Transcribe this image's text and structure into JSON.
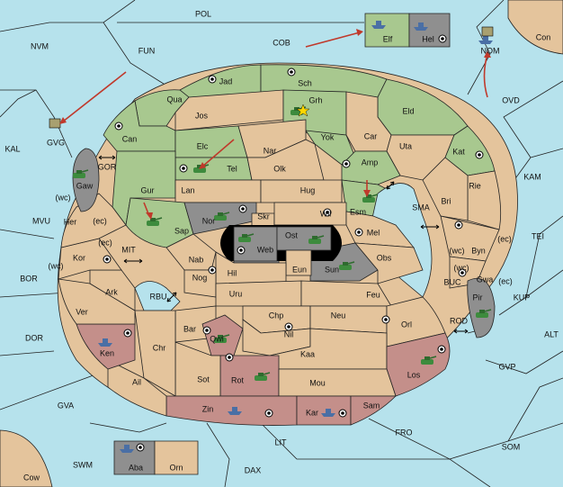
{
  "colors": {
    "sea": "#b6e2ec",
    "neutral": "#e4c49c",
    "green": "#a8c88f",
    "grey": "#8f8f8f",
    "red": "#c48f8a",
    "black": "#000000",
    "order_arrow": "#c0392b"
  },
  "labels": {
    "POL": "POL",
    "NVM": "NVM",
    "FUN": "FUN",
    "COB": "COB",
    "Elf": "Elf",
    "Hel": "Hel",
    "NOM": "NOM",
    "Con": "Con",
    "OVD": "OVD",
    "KAL": "KAL",
    "GVG": "GVG",
    "GOR": "GOR",
    "MVU": "MVU",
    "KAM": "KAM",
    "TEI": "TEI",
    "BOR": "BOR",
    "MIT": "MIT",
    "RBU": "RBU",
    "SMA": "SMA",
    "BUC": "BUC",
    "KUP": "KUP",
    "ROD": "ROD",
    "ALT": "ALT",
    "DOR": "DOR",
    "GVP": "GVP",
    "GVA": "GVA",
    "FRO": "FRO",
    "SOM": "SOM",
    "LIT": "LIT",
    "SWM": "SWM",
    "DAX": "DAX",
    "Cow": "Cow",
    "Aba": "Aba",
    "Orn": "Orn",
    "Jad": "Jad",
    "Sch": "Sch",
    "Qua": "Qua",
    "Jos": "Jos",
    "Grh": "Grh",
    "Eld": "Eld",
    "Can": "Can",
    "Yok": "Yok",
    "Car": "Car",
    "Uta": "Uta",
    "Elc": "Elc",
    "Nar": "Nar",
    "Kat": "Kat",
    "Tel": "Tel",
    "Olk": "Olk",
    "Amp": "Amp",
    "Gaw": "Gaw",
    "Gur": "Gur",
    "Lan": "Lan",
    "Hug": "Hug",
    "Rie": "Rie",
    "Bri": "Bri",
    "Esm": "Esm",
    "Nor": "Nor",
    "Skr": "Skr",
    "Wil": "Wil",
    "Her": "Her",
    "ec1": "(ec)",
    "wc1": "(wc)",
    "Sap": "Sap",
    "Ost": "Ost",
    "Mel": "Mel",
    "Web": "Web",
    "Byn": "Byn",
    "ec2": "(ec)",
    "wc2": "(wc)",
    "ec3": "(ec)",
    "Kor": "Kor",
    "Nab": "Nab",
    "Obs": "Obs",
    "Eun": "Eun",
    "Sun": "Sun",
    "wc3": "(wc)",
    "Gwa": "Gwa",
    "ec4": "(ec)",
    "wc4": "(wc)",
    "Hil": "Hil",
    "Nog": "Nog",
    "Ark": "Ark",
    "Uru": "Uru",
    "Feu": "Feu",
    "Pir": "Pir",
    "Ver": "Ver",
    "Chp": "Chp",
    "Neu": "Neu",
    "Bar": "Bar",
    "Orl": "Orl",
    "Qwi": "Qwi",
    "Nil": "Nil",
    "Ken": "Ken",
    "Chr": "Chr",
    "Kaa": "Kaa",
    "Ail": "Ail",
    "Sot": "Sot",
    "Rot": "Rot",
    "Mou": "Mou",
    "Los": "Los",
    "Zin": "Zin",
    "Kar": "Kar",
    "Sam": "Sam"
  }
}
